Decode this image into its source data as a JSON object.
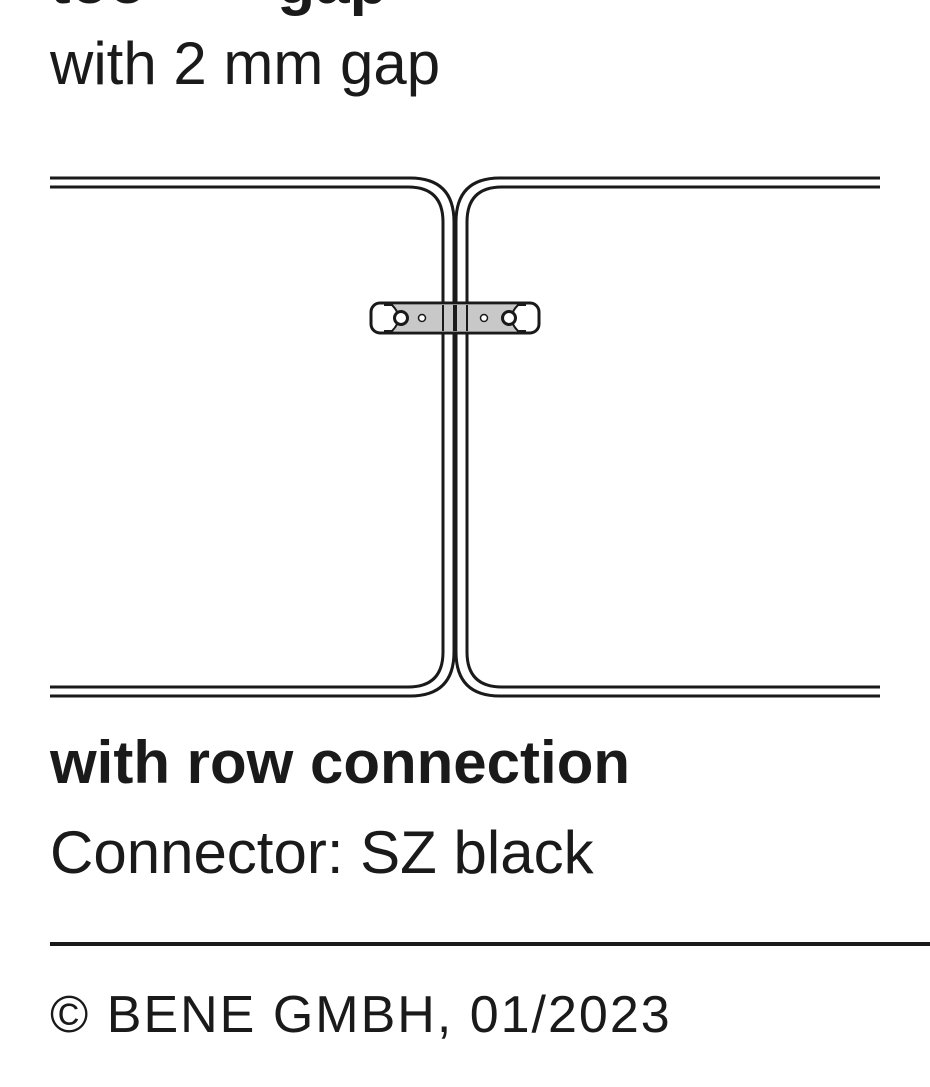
{
  "document": {
    "cut_heading": "too - - - gap",
    "subtitle": "with 2 mm gap",
    "section_title": "with row connection",
    "connector_line": "Connector: SZ black",
    "copyright": "© BENE GMBH, 01/2023"
  },
  "drawing": {
    "description_color": "#1a1a1a",
    "connector_plate_fill": "#c8c8c8"
  }
}
